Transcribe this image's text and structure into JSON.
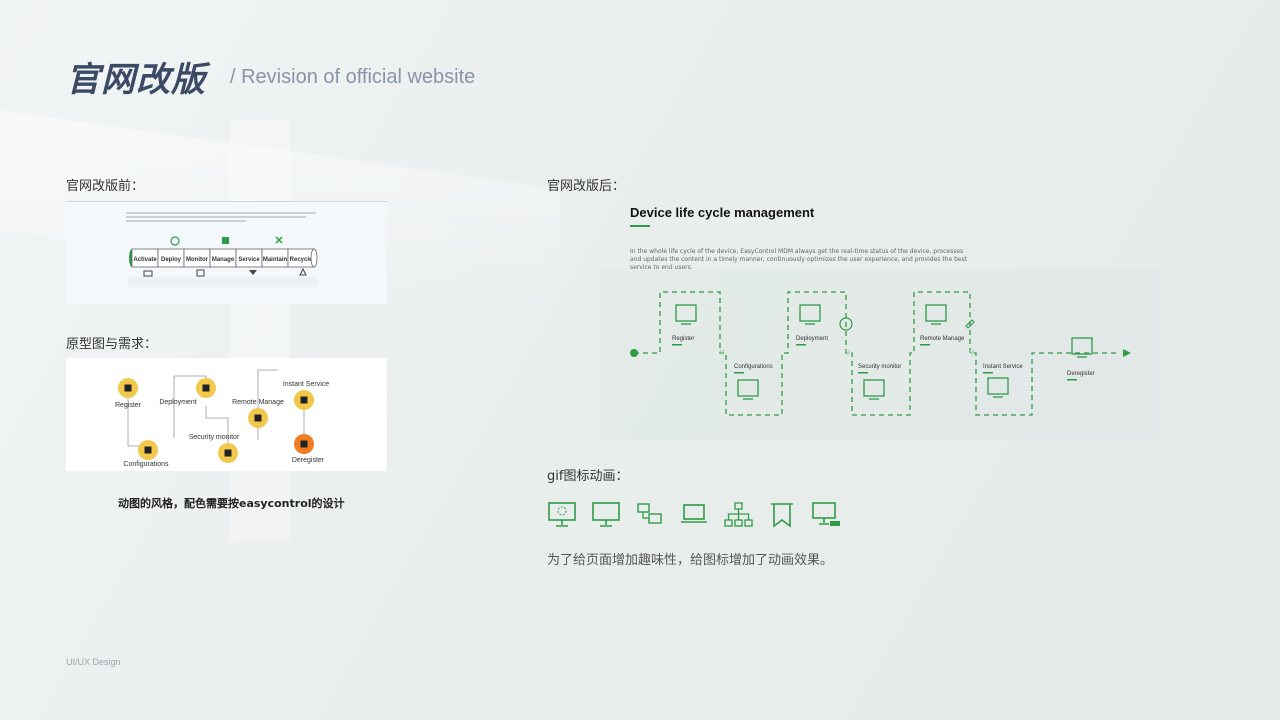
{
  "header": {
    "title_cn": "官网改版",
    "title_en": "/ Revision of official website"
  },
  "sections": {
    "before_label": "官网改版前：",
    "prototype_label": "原型图与需求：",
    "after_label": "官网改版后：",
    "gif_label": "gif图标动画："
  },
  "old_site": {
    "stages": [
      "Activate",
      "Deploy",
      "Monitor",
      "Manage",
      "Service",
      "Maintain",
      "Recycle"
    ]
  },
  "prototype": {
    "nodes": [
      "Register",
      "Configurations",
      "Deployment",
      "Security monitor",
      "Remote Manage",
      "Instant Service",
      "Deregister"
    ]
  },
  "requirement_note": "动图的风格，配色需要按easycontrol的设计",
  "new_site": {
    "title": "Device life cycle management",
    "description": "In the whole life cycle of the device, EasyControl MDM always get the real-time status of the device, processes and updates the content in a timely manner, continuously optimizes the user experience, and provides the best service to end users.",
    "steps": [
      "Register",
      "Configurations",
      "Deployment",
      "Security monitor",
      "Remote Manage",
      "Instant Service",
      "Deregister"
    ],
    "accent": "#2e9b47"
  },
  "gif_icons": [
    "monitor-loading-icon",
    "monitor-icon",
    "screens-icon",
    "laptop-icon",
    "hierarchy-icon",
    "bookmark-icon",
    "monitor-keyboard-icon"
  ],
  "bottom_note": "为了给页面增加趣味性，给图标增加了动画效果。",
  "footer": "UI/UX Design"
}
